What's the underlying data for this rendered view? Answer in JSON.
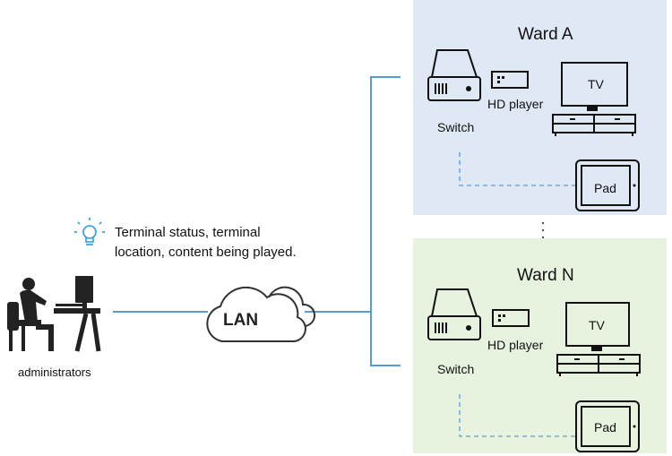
{
  "note": {
    "icon": "lightbulb-icon",
    "line1": "Terminal status, terminal",
    "line2": "location, content being played."
  },
  "admin": {
    "label": "administrators",
    "icon": "administrator-desk-icon"
  },
  "network": {
    "label": "LAN",
    "icon": "cloud-icon"
  },
  "wards": [
    {
      "title": "Ward A",
      "switch": "Switch",
      "player": "HD player",
      "tv": "TV",
      "pad": "Pad",
      "color": "#dfe9f5"
    },
    {
      "title": "Ward N",
      "switch": "Switch",
      "player": "HD player",
      "tv": "TV",
      "pad": "Pad",
      "color": "#e8f3df"
    }
  ],
  "colors": {
    "link": "#5b9bd5",
    "outline": "#1a1a1a",
    "ward_a_bg": "#dfe9f5",
    "ward_n_bg": "#e8f3df"
  }
}
